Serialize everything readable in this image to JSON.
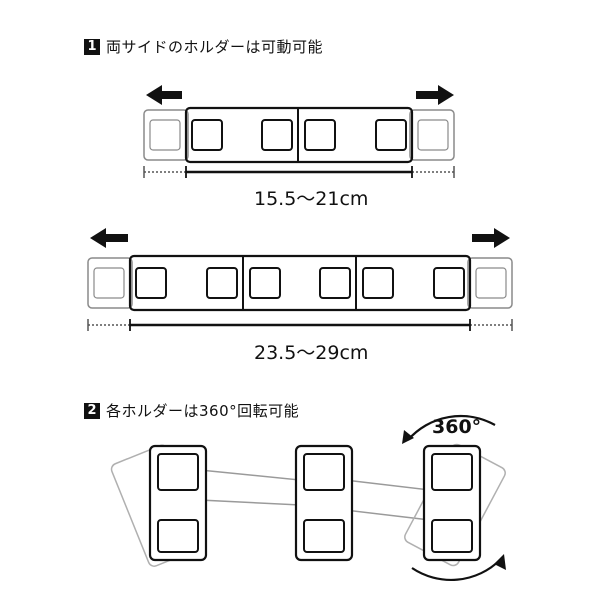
{
  "sections": [
    {
      "number": "1",
      "title": "両サイドのホルダーは可動可能"
    },
    {
      "number": "2",
      "title": "各ホルダーは360°回転可能"
    }
  ],
  "diagram1": {
    "short_range": "15.5〜21cm",
    "long_range": "23.5〜29cm"
  },
  "diagram2": {
    "rotation_label": "360°"
  },
  "colors": {
    "ink": "#111111",
    "outline_gray": "#8a8a8a",
    "light_gray": "#b8b8b8"
  }
}
